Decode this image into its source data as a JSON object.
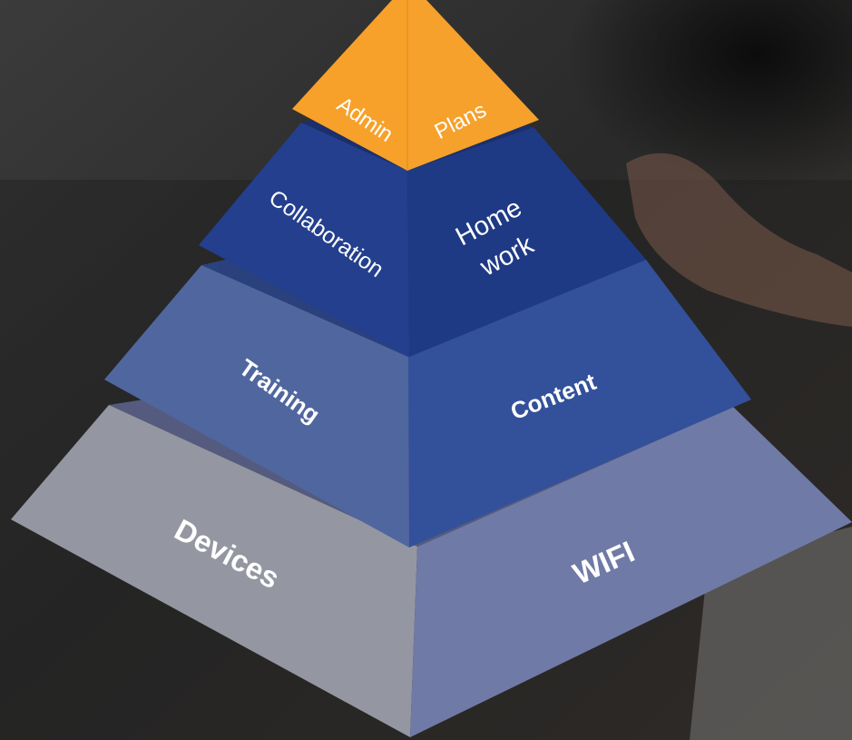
{
  "pyramid": {
    "tiers": [
      {
        "level": 1,
        "left_label": "Admin",
        "right_label": "Plans",
        "colors": {
          "left": "#F7A12B",
          "right": "#F5A12C",
          "edge": "#E39420"
        }
      },
      {
        "level": 2,
        "left_label": "Collaboration",
        "right_label_line1": "Home",
        "right_label_line2": "work",
        "colors": {
          "left": "#233F8E",
          "right": "#1E3A85",
          "edge": "#182F6E"
        }
      },
      {
        "level": 3,
        "left_label": "Training",
        "right_label": "Content",
        "colors": {
          "left": "#50669F",
          "right": "#33509A",
          "edge": "#2D4686"
        }
      },
      {
        "level": 4,
        "left_label": "Devices",
        "right_label": "WIFI",
        "colors": {
          "left": "#9497A1",
          "right": "#707AA6",
          "edge": "#5E678F"
        }
      }
    ]
  }
}
